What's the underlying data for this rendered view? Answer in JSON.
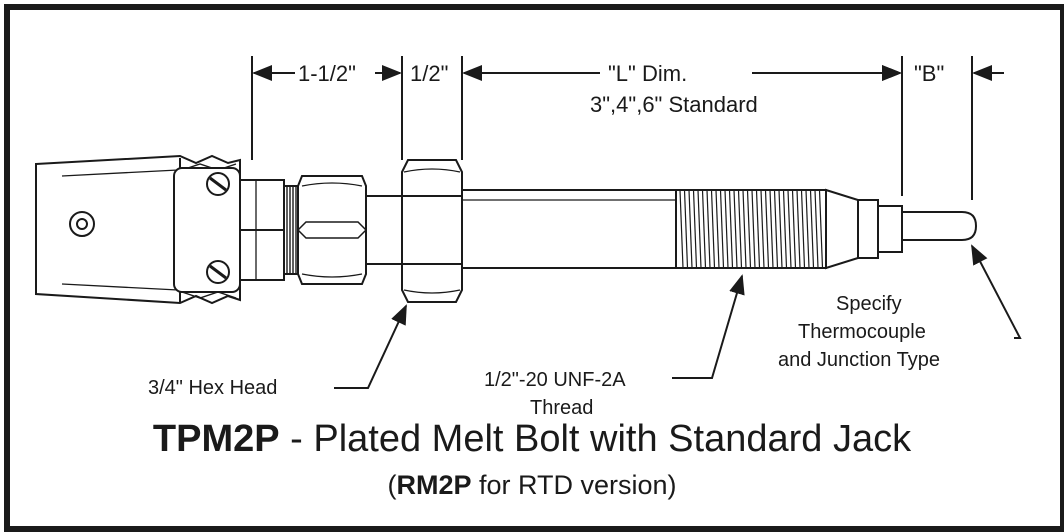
{
  "dimensions": {
    "d1": "1-1/2\"",
    "d2": "1/2\"",
    "l_dim_line1": "\"L\" Dim.",
    "l_dim_line2": "3\",4\",6\" Standard",
    "b_dim": "\"B\""
  },
  "callouts": {
    "hex_head": "3/4\" Hex Head",
    "thread_line1": "1/2\"-20 UNF-2A",
    "thread_line2": "Thread",
    "tc_line1": "Specify",
    "tc_line2": "Thermocouple",
    "tc_line3": "and Junction Type"
  },
  "title": {
    "model": "TPM2P",
    "description": " - Plated Melt Bolt with Standard Jack"
  },
  "subtitle": {
    "open": "(",
    "model": "RM2P",
    "rest": " for RTD version)"
  },
  "colors": {
    "ink": "#1a1a1a",
    "background": "#ffffff"
  }
}
